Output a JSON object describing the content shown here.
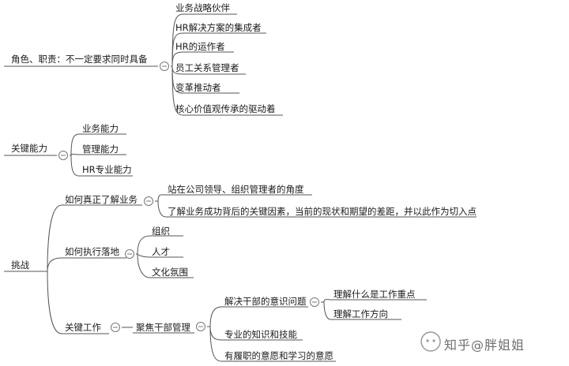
{
  "roles": {
    "label": "角色、职责：不一定要求同时具备",
    "items": [
      "业务战略伙伴",
      "HR解决方案的集成者",
      "HR的运作者",
      "员工关系管理者",
      "变革推动者",
      "核心价值观传承的驱动着"
    ]
  },
  "abilities": {
    "label": "关键能力",
    "items": [
      "业务能力",
      "管理能力",
      "HR专业能力"
    ]
  },
  "challenges": {
    "label": "挑战",
    "understand": {
      "label": "如何真正了解业务",
      "items": [
        "站在公司领导、组织管理者的角度",
        "了解业务成功背后的关键因素，当前的现状和期望的差距，并以此作为切入点"
      ]
    },
    "execute": {
      "label": "如何执行落地",
      "items": [
        "组织",
        "人才",
        "文化氛围"
      ]
    },
    "keywork": {
      "label": "关键工作",
      "focus": {
        "label": "聚焦干部管理",
        "awareness": {
          "label": "解决干部的意识问题",
          "items": [
            "理解什么是工作重点",
            "理解工作方向"
          ]
        },
        "items": [
          "专业的知识和技能",
          "有履职的意愿和学习的意愿"
        ]
      }
    }
  },
  "watermark": "知乎@胖姐姐"
}
